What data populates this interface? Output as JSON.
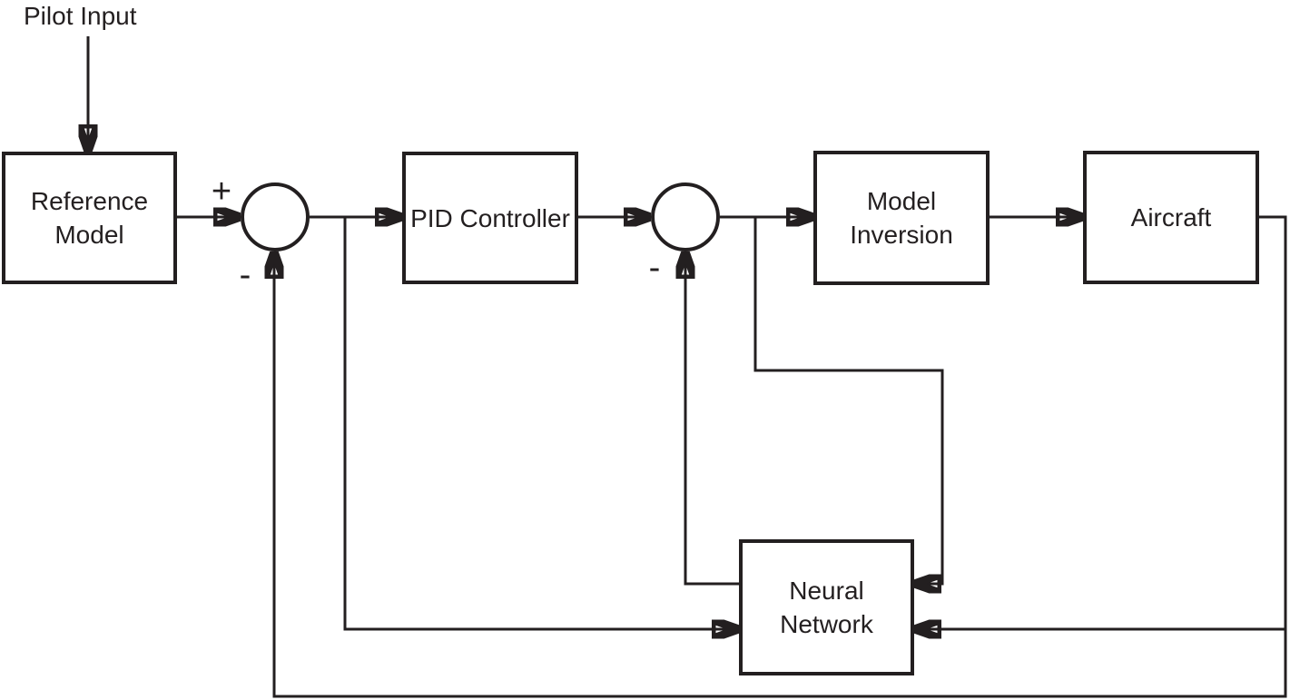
{
  "diagram": {
    "input_label": "Pilot Input",
    "blocks": {
      "reference_model": "Reference Model",
      "pid_controller": "PID Controller",
      "model_inversion": "Model Inversion",
      "aircraft": "Aircraft",
      "neural_network": "Neural Network"
    },
    "junctions": {
      "junction1": {
        "plus": "+",
        "minus": "-"
      },
      "junction2": {
        "minus": "-"
      }
    },
    "colors": {
      "line": "#231f20",
      "background": "#ffffff",
      "block_fill": "#ffffff"
    }
  }
}
